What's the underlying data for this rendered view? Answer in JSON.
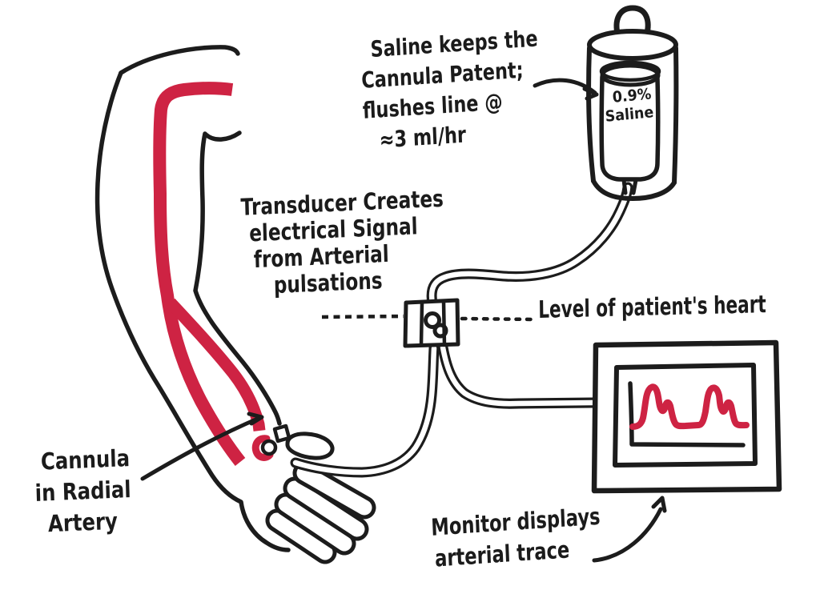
{
  "colors": {
    "ink": "#1c1c1c",
    "artery_red": "#ce2343",
    "paper": "#ffffff"
  },
  "labels": {
    "saline_note": {
      "lines": [
        "Saline keeps the",
        "Cannula Patent;",
        "flushes line @",
        "≈3 ml/hr"
      ]
    },
    "bag_label": {
      "lines": [
        "0.9%",
        "Saline"
      ]
    },
    "transducer_note": {
      "lines": [
        "Transducer Creates",
        "electrical Signal",
        "from Arterial",
        "pulsations"
      ]
    },
    "heart_level_label": "Level of patient's heart",
    "cannula_note": {
      "lines": [
        "Cannula",
        "in Radial",
        "Artery"
      ]
    },
    "monitor_note": {
      "lines": [
        "Monitor displays",
        "arterial trace"
      ]
    }
  }
}
